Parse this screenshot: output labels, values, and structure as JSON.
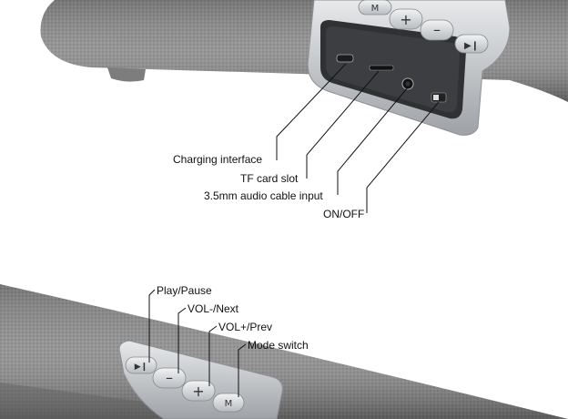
{
  "callouts_top": {
    "charging": "Charging interface",
    "tf_card": "TF card slot",
    "audio": "3.5mm audio cable input",
    "onoff": "ON/OFF"
  },
  "callouts_bottom": {
    "play": "Play/Pause",
    "vol_minus": "VOL-/Next",
    "vol_plus": "VOL+/Prev",
    "mode": "Mode switch"
  },
  "icons": {
    "mode": "mode-switch-icon",
    "plus": "volume-plus-icon",
    "minus": "volume-minus-icon",
    "play": "play-pause-icon"
  },
  "colors": {
    "fabric": "#8a8a8a",
    "fabric_dark": "#6d6d6d",
    "panel_silver": "#cfd2d5",
    "panel_dark": "#3a3a3a",
    "line": "#111111"
  }
}
